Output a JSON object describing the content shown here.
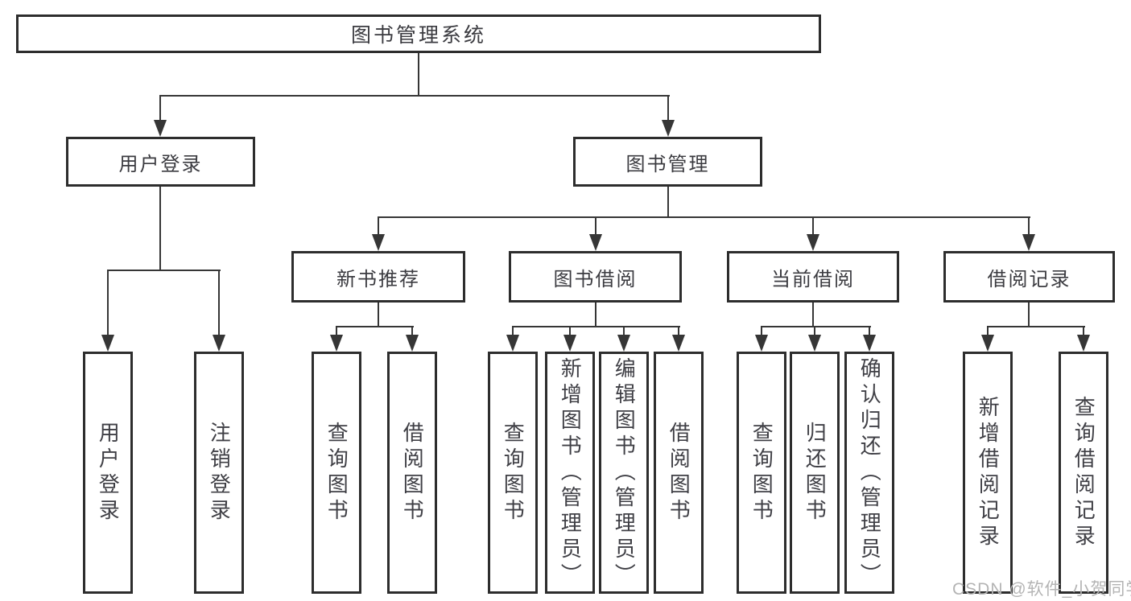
{
  "tree": {
    "label": "图书管理系统",
    "children": [
      {
        "label": "用户登录",
        "children": [
          {
            "label": "用户登录"
          },
          {
            "label": "注销登录"
          }
        ]
      },
      {
        "label": "图书管理",
        "children": [
          {
            "label": "新书推荐",
            "children": [
              {
                "label": "查询图书"
              },
              {
                "label": "借阅图书"
              }
            ]
          },
          {
            "label": "图书借阅",
            "children": [
              {
                "label": "查询图书"
              },
              {
                "label": "新增图书（管理员）"
              },
              {
                "label": "编辑图书（管理员）"
              },
              {
                "label": "借阅图书"
              }
            ]
          },
          {
            "label": "当前借阅",
            "children": [
              {
                "label": "查询图书"
              },
              {
                "label": "归还图书"
              },
              {
                "label": "确认归还（管理员）"
              }
            ]
          },
          {
            "label": "借阅记录",
            "children": [
              {
                "label": "新增借阅记录"
              },
              {
                "label": "查询借阅记录"
              }
            ]
          }
        ]
      }
    ]
  },
  "watermark": {
    "text": "CSDN @软件_小贺同学"
  }
}
